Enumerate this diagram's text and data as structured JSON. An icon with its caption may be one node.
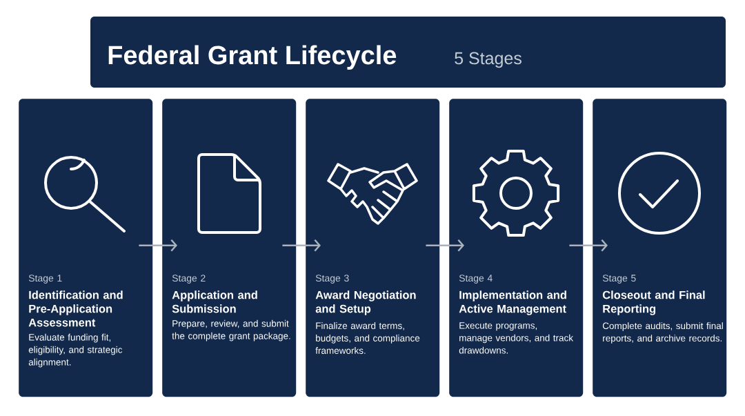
{
  "diagram": {
    "title": "Federal Grant Lifecycle",
    "nodes": [
      {
        "text": [
          "Stage 1",
          "Identification and Pre-Application Assessment",
          "Evaluate funding fit, eligibility, and strategic alignment."
        ]
      },
      {
        "text": [
          "Stage 2",
          "Application and Submission",
          "Prepare, review, and submit the complete grant package."
        ]
      },
      {
        "text": [
          "Stage 3",
          "Award Negotiation and Setup",
          "Finalize award terms, budgets, and compliance frameworks."
        ]
      },
      {
        "text": [
          "Stage 4",
          "Implementation and Active Management",
          "Execute programs, manage vendors, and track drawdowns."
        ]
      },
      {
        "text": [
          "Stage 5",
          "Closeout and Final Reporting",
          "Complete audits, submit final reports, and archive records."
        ]
      }
    ],
    "edges": [
      {
        "from": 0,
        "to": 1,
        "arrow": "to"
      },
      {
        "from": 1,
        "to": 2,
        "arrow": "to"
      },
      {
        "from": 2,
        "to": 3,
        "arrow": "to"
      },
      {
        "from": 3,
        "to": 4,
        "arrow": "to"
      }
    ],
    "labels": [
      "5 Stages"
    ]
  }
}
